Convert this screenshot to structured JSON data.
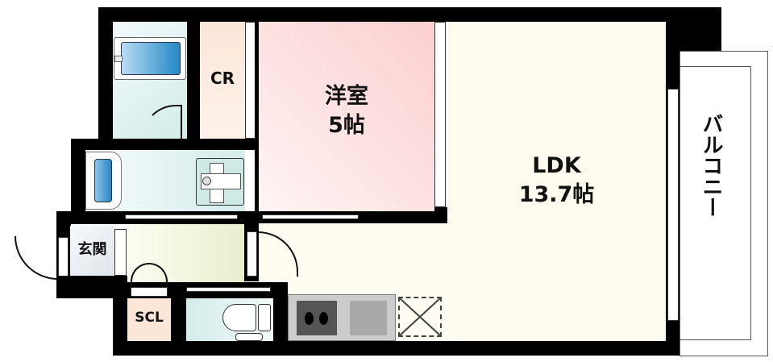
{
  "floorplan": {
    "rooms": [
      {
        "id": "cr",
        "label": "CR"
      },
      {
        "id": "western-room",
        "label": "洋室",
        "size": "5帖"
      },
      {
        "id": "ldk",
        "label": "LDK",
        "size": "13.7帖"
      },
      {
        "id": "balcony",
        "label": "バルコニー"
      },
      {
        "id": "entrance",
        "label": "玄関"
      },
      {
        "id": "scl",
        "label": "SCL"
      }
    ],
    "fixtures": [
      "bathtub",
      "washbasin",
      "washing-machine-pan",
      "toilet",
      "stove",
      "sink",
      "refrigerator-space"
    ],
    "colors": {
      "wall": "#000000",
      "western_room": "#fbd6d6",
      "ldk": "#fffbee",
      "cr": "#fbe6d8",
      "wet_area": "#d3ecea",
      "hall": "#eef5d6",
      "entrance": "#e3e8ee",
      "scl": "#fbe6d8"
    }
  }
}
